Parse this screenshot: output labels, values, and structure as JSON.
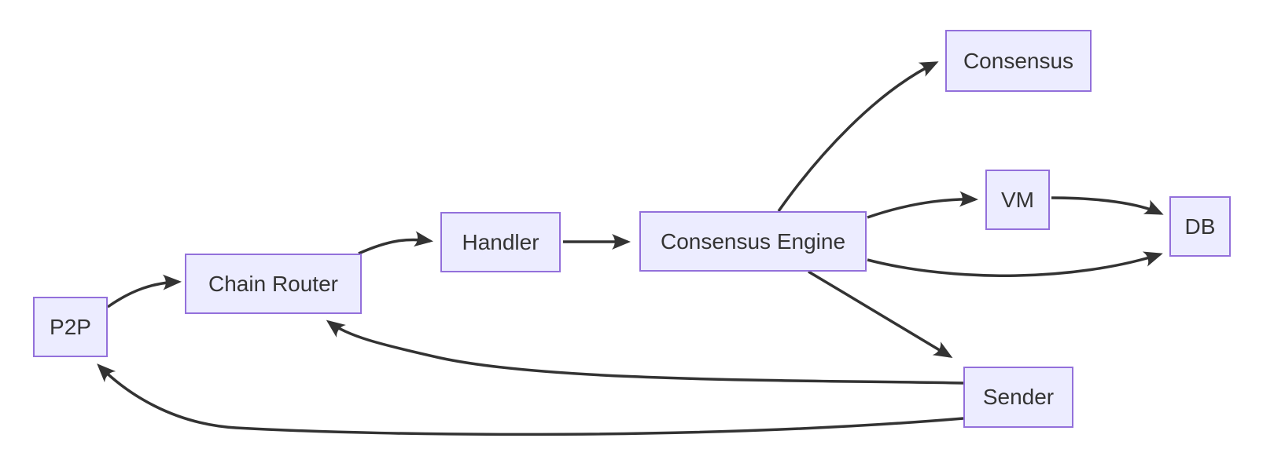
{
  "diagram": {
    "type": "flowchart",
    "direction": "left-to-right",
    "background_color": "#ffffff",
    "node_fill_color": "#ECECFF",
    "node_border_color": "#9370DB",
    "edge_color": "#333333",
    "text_color": "#333333"
  },
  "nodes": {
    "p2p": {
      "label": "P2P"
    },
    "chain_router": {
      "label": "Chain Router"
    },
    "handler": {
      "label": "Handler"
    },
    "consensus_engine": {
      "label": "Consensus Engine"
    },
    "consensus": {
      "label": "Consensus"
    },
    "vm": {
      "label": "VM"
    },
    "db": {
      "label": "DB"
    },
    "sender": {
      "label": "Sender"
    }
  },
  "edges": [
    {
      "from": "P2P",
      "to": "Chain Router"
    },
    {
      "from": "Chain Router",
      "to": "Handler"
    },
    {
      "from": "Handler",
      "to": "Consensus Engine"
    },
    {
      "from": "Consensus Engine",
      "to": "Consensus"
    },
    {
      "from": "Consensus Engine",
      "to": "VM"
    },
    {
      "from": "VM",
      "to": "DB"
    },
    {
      "from": "Consensus Engine",
      "to": "DB"
    },
    {
      "from": "Consensus Engine",
      "to": "Sender"
    },
    {
      "from": "Sender",
      "to": "Chain Router"
    },
    {
      "from": "Sender",
      "to": "P2P"
    }
  ]
}
